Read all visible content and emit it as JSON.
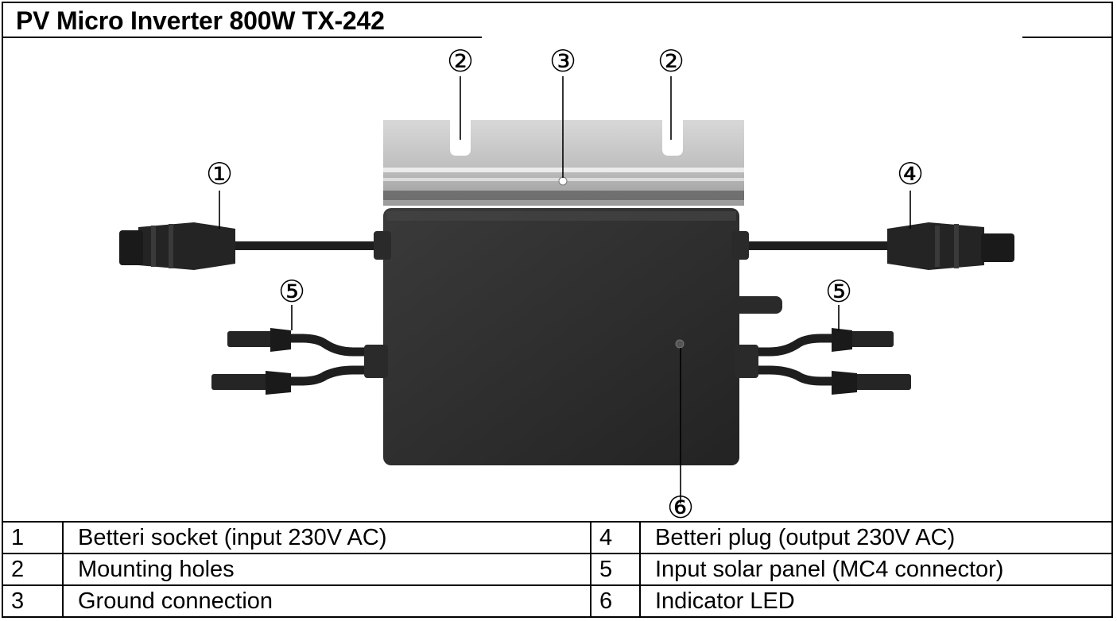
{
  "title": "PV Micro Inverter 800W TX-242",
  "callouts": {
    "c1": "①",
    "c2a": "②",
    "c3": "③",
    "c2b": "②",
    "c4": "④",
    "c5a": "⑤",
    "c5b": "⑤",
    "c6": "⑥"
  },
  "legend": [
    {
      "n1": "1",
      "t1": "Betteri socket (input 230V AC)",
      "n2": "4",
      "t2": "Betteri plug (output 230V AC)"
    },
    {
      "n1": "2",
      "t1": "Mounting holes",
      "n2": "5",
      "t2": "Input solar panel (MC4 connector)"
    },
    {
      "n1": "3",
      "t1": "Ground connection",
      "n2": "6",
      "t2": "Indicator LED"
    }
  ],
  "colors": {
    "bracket": "#c9c9c9",
    "body": "#2b2b2b",
    "cable": "#1e1e1e"
  }
}
